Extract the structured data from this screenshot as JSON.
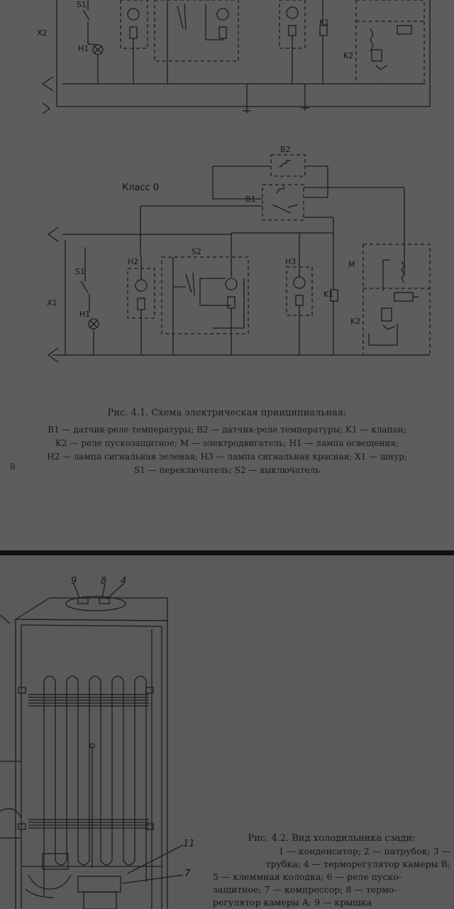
{
  "top_schematic": {
    "class_label": "Класс 0",
    "labels": {
      "S1_top": "S1",
      "H1_top": "H1",
      "X2": "X2",
      "K1_top": "K1",
      "K2_top": "K2",
      "B2": "B2",
      "B1": "B1",
      "H2": "H2",
      "S2": "S2",
      "H3": "H3",
      "M": "M",
      "S1": "S1",
      "X1": "X1",
      "H1": "H1",
      "K1": "K1",
      "K2": "K2"
    }
  },
  "caption": {
    "title": "Рис. 4.1. Схема электрическая принципиальная:",
    "lines": [
      "B1 — датчик-реле температуры; B2 — датчик-реле температуры; K1 — клапан;",
      "K2 — реле пускозащитное; M — электродвигатель;    H1 — лампа освещения;",
      "H2 — лампа сигнальная зеленая; H3 — лампа сигнальная красная; X1 — шнур;",
      "S1 — переключатель; S2 — выключатель"
    ],
    "page_number": "8"
  },
  "fridge_figure": {
    "callouts": [
      "9",
      "8",
      "4",
      "11",
      "7"
    ],
    "caption_title": "Рис. 4.2. Вид холодильника сзади:",
    "caption_lines": [
      "1 — конденсатор; 2 — патрубок; 3 —",
      "трубка; 4 — терморегулятор  камеры B;",
      "5 — клеммная колодка; 6 — реле пуско-",
      "защитное; 7 — компрессор; 8 — термо-",
      "регулятор камеры A; 9 — крышка"
    ]
  }
}
